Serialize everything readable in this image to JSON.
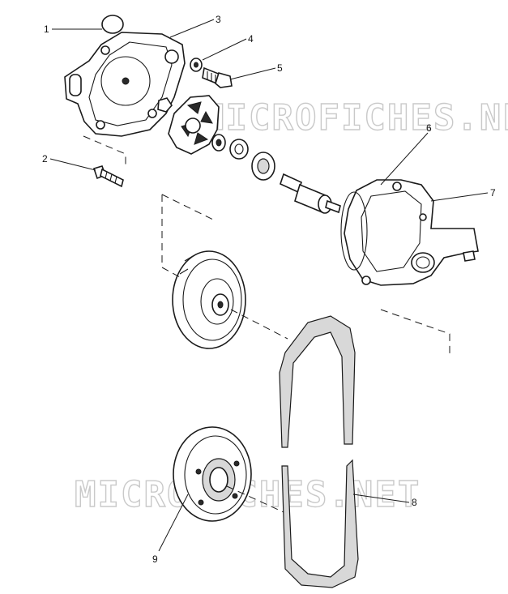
{
  "watermark": {
    "top": "MICROFICHES.NET",
    "bottom": "MICROFICHES.NET"
  },
  "callouts": [
    {
      "id": "1",
      "label": "1"
    },
    {
      "id": "2",
      "label": "2"
    },
    {
      "id": "3",
      "label": "3"
    },
    {
      "id": "4",
      "label": "4"
    },
    {
      "id": "5",
      "label": "5"
    },
    {
      "id": "6",
      "label": "6"
    },
    {
      "id": "7",
      "label": "7"
    },
    {
      "id": "8",
      "label": "8"
    },
    {
      "id": "9",
      "label": "9"
    }
  ],
  "colors": {
    "ink": "#1a1a1a",
    "watermark": "#c9c9c9",
    "background": "#ffffff"
  }
}
